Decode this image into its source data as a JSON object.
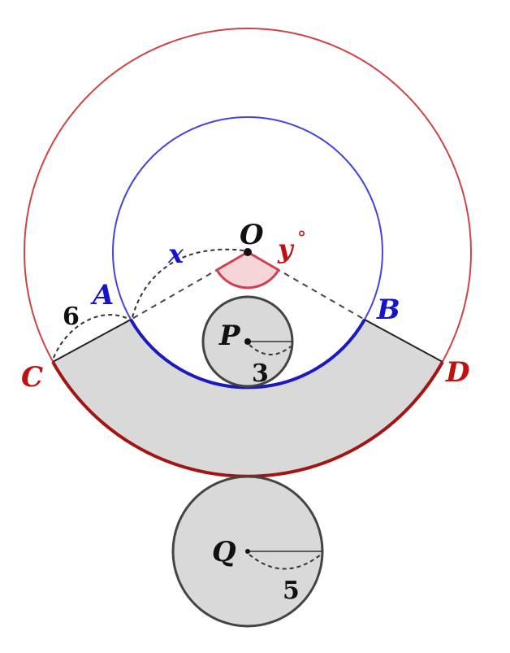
{
  "labels": {
    "O": "O",
    "P": "P",
    "Q": "Q",
    "A": "A",
    "B": "B",
    "C": "C",
    "D": "D",
    "x": "x",
    "y": "y",
    "degree": "°",
    "six": "6",
    "three": "3",
    "five": "5"
  },
  "colors": {
    "outer_circle": "#cc4444",
    "inner_circle": "#4444dd",
    "inner_arc": "#1a1abf",
    "outer_arc": "#a31515",
    "shaded_fill": "#d9d9d9",
    "small_circle_stroke": "#444444",
    "angle_fill": "#f5d5d8",
    "angle_stroke": "#d04050",
    "blue_label": "#1515cc",
    "red_label": "#c01010",
    "black_label": "#111111"
  },
  "icons": {
    "center_point": "dot"
  }
}
